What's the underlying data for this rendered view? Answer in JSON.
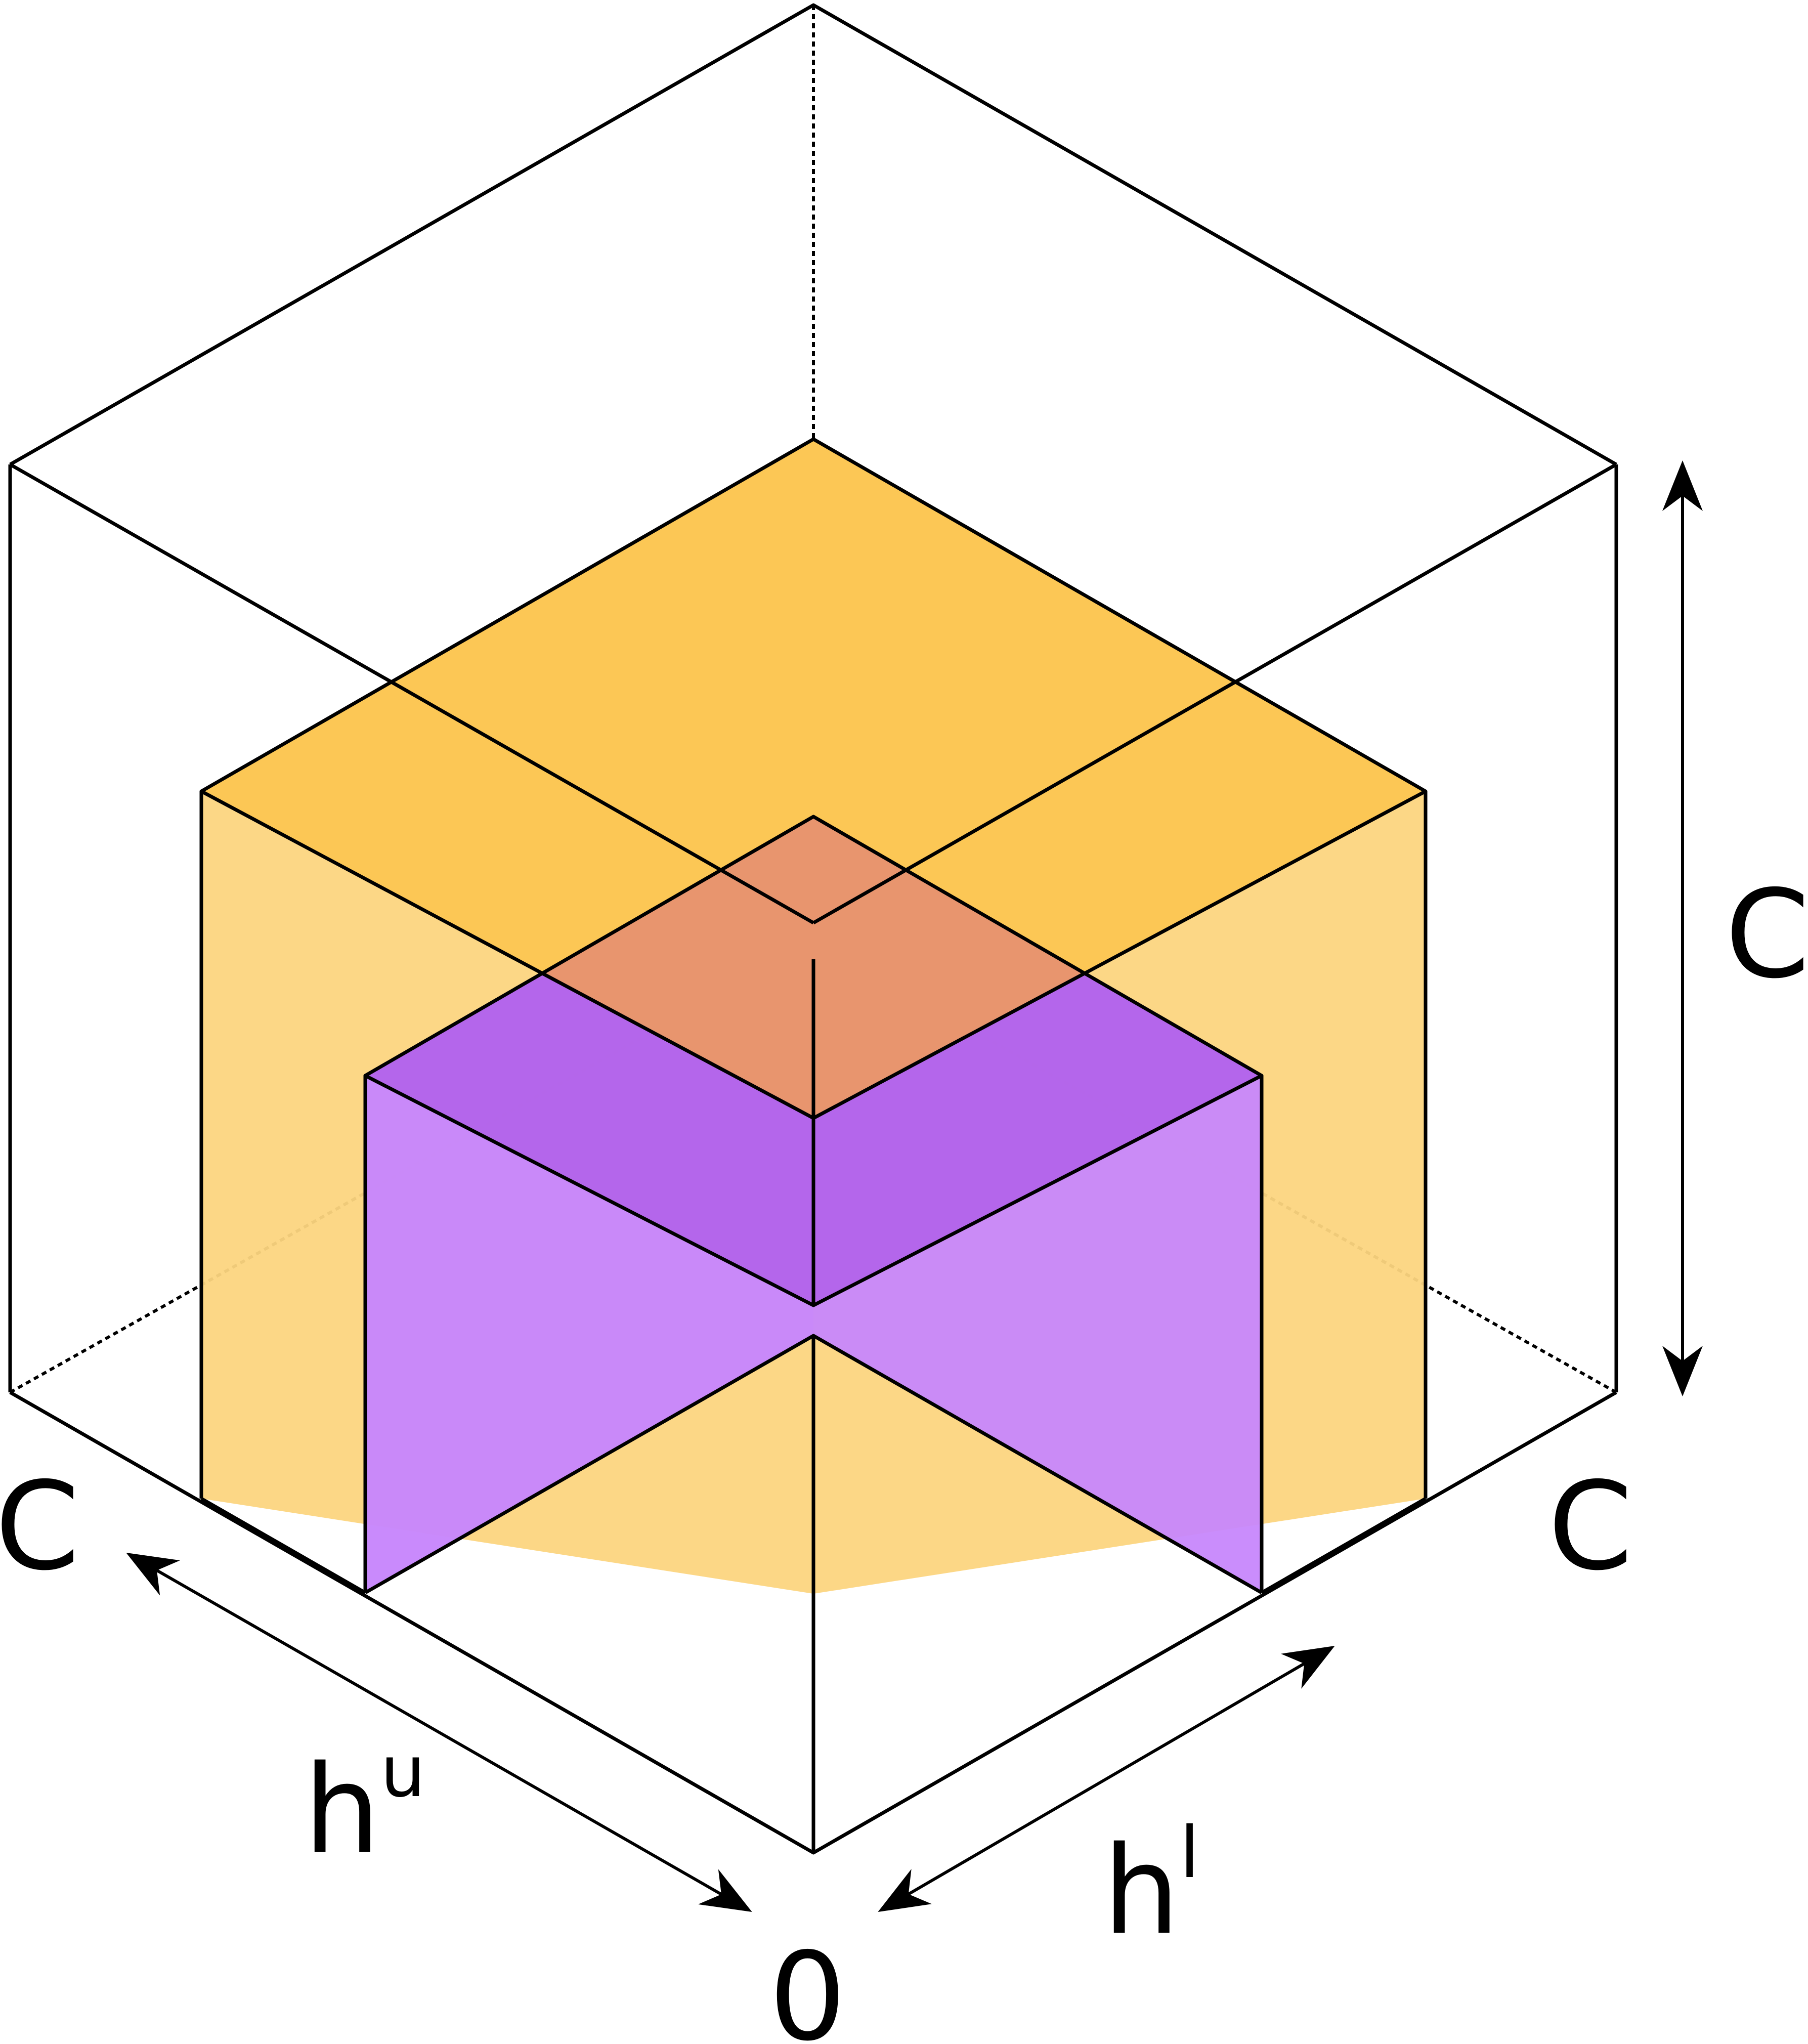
{
  "labels": {
    "capacity_vertical": "C",
    "capacity_left": "C",
    "capacity_right": "C",
    "origin": "0",
    "h_upper_base": "h",
    "h_upper_sup": "u",
    "h_lower_base": "h",
    "h_lower_sup": "l"
  },
  "colors": {
    "outline": "#000000",
    "orange_top": "#fcc44c",
    "orange_wall": "#fcd57f",
    "purple_top": "#b060f0",
    "purple_wall": "#c787fc",
    "overlap": "#e8956e"
  }
}
